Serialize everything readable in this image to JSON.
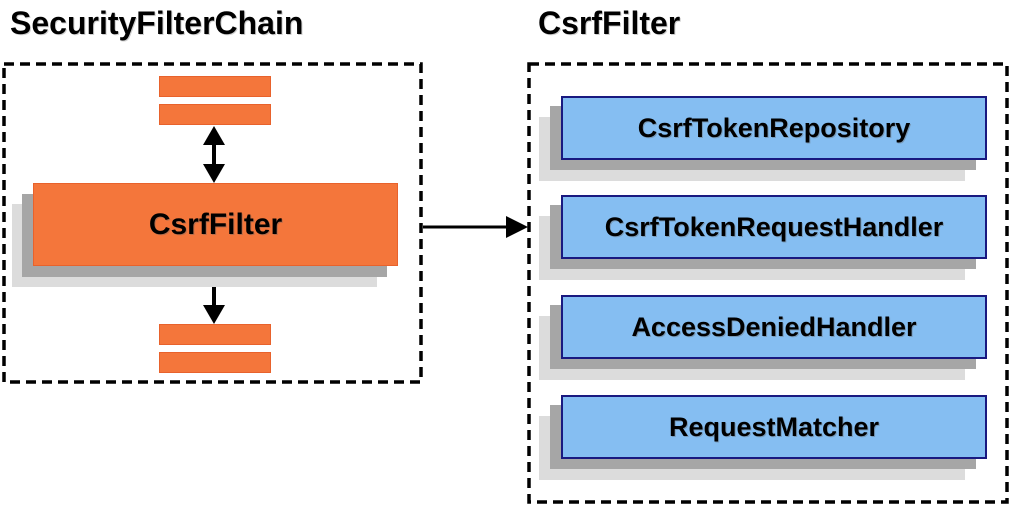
{
  "left_panel": {
    "title": "SecurityFilterChain",
    "filter_box_label": "CsrfFilter"
  },
  "right_panel": {
    "title": "CsrfFilter",
    "components": [
      {
        "label": "CsrfTokenRepository"
      },
      {
        "label": "CsrfTokenRequestHandler"
      },
      {
        "label": "AccessDeniedHandler"
      },
      {
        "label": "RequestMatcher"
      }
    ]
  },
  "colors": {
    "filter_orange": "#F4763B",
    "filter_orange_border": "#E8622C",
    "component_blue": "#85BEF2",
    "component_blue_border": "#191980",
    "shadow_gray": "#A6A6A6",
    "shadow_light_gray": "#DCDCDC",
    "line_black": "#000000"
  }
}
